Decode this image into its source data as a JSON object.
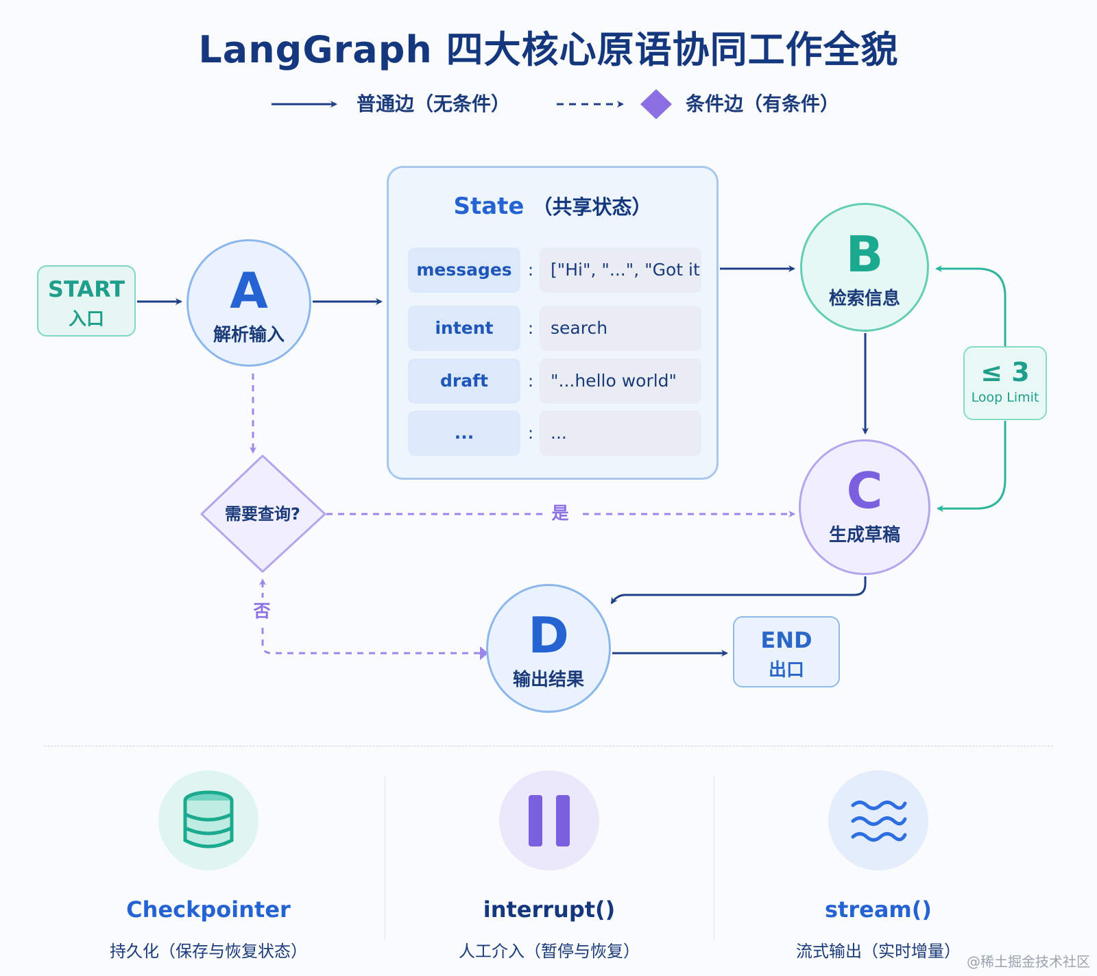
{
  "title": "LangGraph 四大核心原语协同工作全貌",
  "legend": {
    "normal_edge": "普通边（无条件）",
    "conditional_edge": "条件边（有条件）"
  },
  "start": {
    "en": "START",
    "cn": "入口"
  },
  "end": {
    "en": "END",
    "cn": "出口"
  },
  "nodes": [
    {
      "letter": "A",
      "label": "解析输入"
    },
    {
      "letter": "B",
      "label": "检索信息"
    },
    {
      "letter": "C",
      "label": "生成草稿"
    },
    {
      "letter": "D",
      "label": "输出结果"
    }
  ],
  "state": {
    "title_en": "State",
    "title_cn": "（共享状态）",
    "rows": [
      {
        "key": "messages",
        "value": "[\"Hi\", \"...\", \"Got it\"]"
      },
      {
        "key": "intent",
        "value": "search"
      },
      {
        "key": "draft",
        "value": "\"...hello world\""
      },
      {
        "key": "...",
        "value": "..."
      }
    ]
  },
  "decision": {
    "label": "需要查询?",
    "yes": "是",
    "no": "否"
  },
  "loop": {
    "value": "≤ 3",
    "label": "Loop Limit"
  },
  "features": [
    {
      "name": "Checkpointer",
      "desc": "持久化（保存与恢复状态）",
      "icon": "database-icon",
      "color": "#1ba98f"
    },
    {
      "name": "interrupt()",
      "desc": "人工介入（暂停与恢复）",
      "icon": "pause-icon",
      "color": "#7a5fde"
    },
    {
      "name": "stream()",
      "desc": "流式输出（实时增量）",
      "icon": "stream-waves-icon",
      "color": "#2463d1"
    }
  ],
  "watermark": "@稀土掘金技术社区",
  "colors": {
    "navy": "#14377d",
    "blue": "#2463d1",
    "teal": "#1ba98f",
    "purple": "#7a5fde"
  }
}
